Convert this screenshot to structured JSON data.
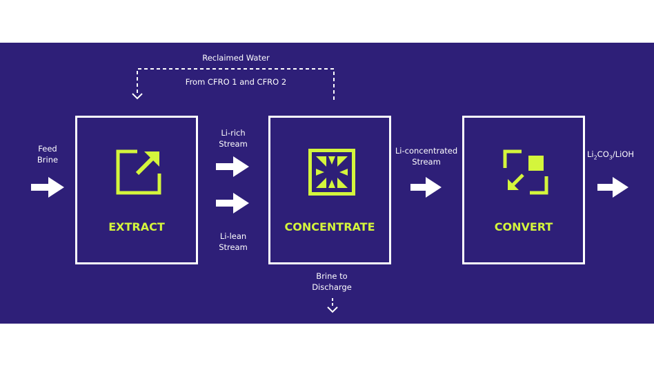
{
  "colors": {
    "background": "#2e1f78",
    "accent": "#d4f53c",
    "line": "#ffffff"
  },
  "recycle": {
    "line1": "Reclaimed Water",
    "line2": "From CFRO 1 and CFRO 2"
  },
  "feed": {
    "line1": "Feed",
    "line2": "Brine"
  },
  "li_rich": {
    "line1": "Li-rich",
    "line2": "Stream"
  },
  "li_lean": {
    "line1": "Li-lean",
    "line2": "Stream"
  },
  "li_conc": {
    "line1": "Li-concentrated",
    "line2": "Stream"
  },
  "discharge": {
    "line1": "Brine to",
    "line2": "Discharge"
  },
  "product": {
    "prefix": "Li",
    "sub1": "2",
    "mid": "CO",
    "sub2": "3",
    "suffix": "/LiOH"
  },
  "stages": [
    {
      "label": "EXTRACT",
      "icon": "expand-icon"
    },
    {
      "label": "CONCENTRATE",
      "icon": "compress-icon"
    },
    {
      "label": "CONVERT",
      "icon": "convert-icon"
    }
  ]
}
